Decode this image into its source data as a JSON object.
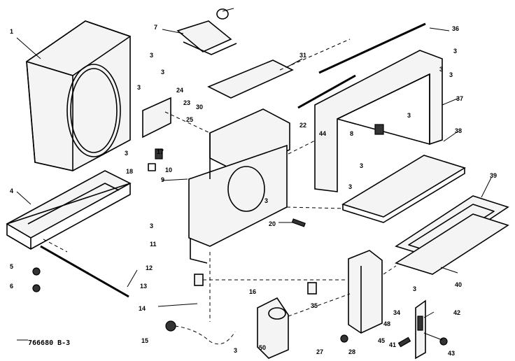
{
  "drawing_code": "766680 B-3",
  "callouts": [
    "1",
    "3",
    "3",
    "3",
    "3",
    "3",
    "3",
    "3",
    "3",
    "3",
    "3",
    "3",
    "3",
    "3",
    "3",
    "4",
    "5",
    "6",
    "7",
    "8",
    "9",
    "10",
    "11",
    "12",
    "13",
    "14",
    "15",
    "16",
    "17",
    "18",
    "20",
    "22",
    "23",
    "24",
    "25",
    "27",
    "28",
    "30",
    "31",
    "34",
    "35",
    "36",
    "37",
    "38",
    "39",
    "40",
    "41",
    "42",
    "43",
    "44",
    "45",
    "48",
    "50"
  ],
  "colors": {
    "ink": "#000000",
    "paper": "#ffffff"
  }
}
